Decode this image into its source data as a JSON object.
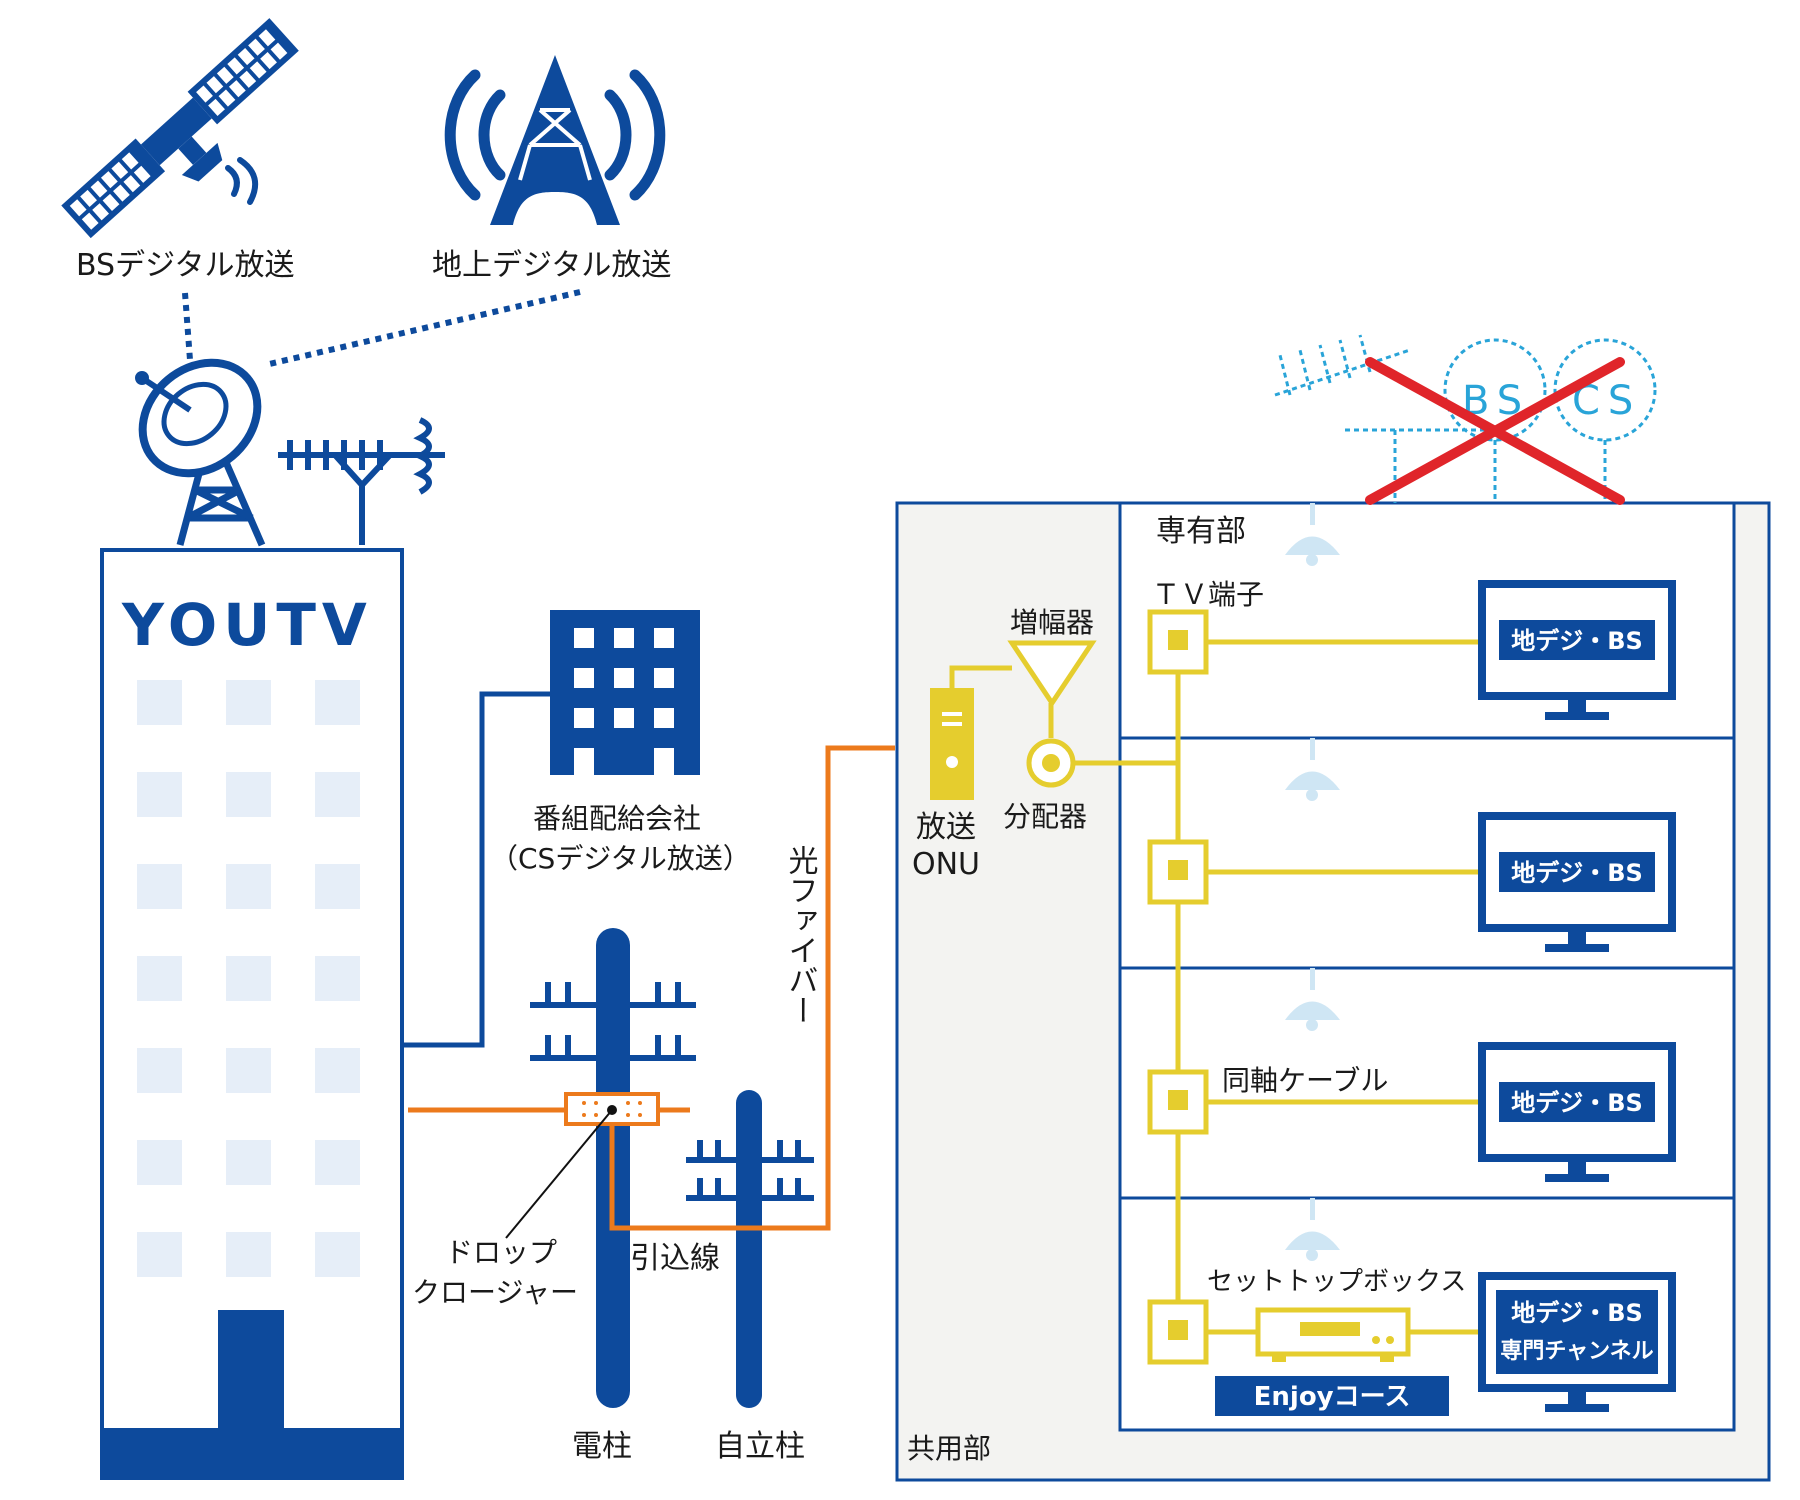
{
  "labels": {
    "bs_broadcast": "BSデジタル放送",
    "terrestrial_broadcast": "地上デジタル放送",
    "logo": "YOUTV",
    "distributor_line1": "番組配給会社",
    "distributor_line2": "（CSデジタル放送）",
    "fiber_vertical": "光ファイバー",
    "drop_closure_line1": "ドロップ",
    "drop_closure_line2": "クロージャー",
    "drop_cable": "引込線",
    "utility_pole": "電柱",
    "standalone_pole": "自立柱",
    "onu_line1": "放送",
    "onu_line2": "ONU",
    "amplifier": "増幅器",
    "splitter": "分配器",
    "private_area": "専有部",
    "tv_outlet": "ＴＶ端子",
    "coax_cable": "同軸ケーブル",
    "set_top_box": "セットトップボックス",
    "common_area": "共用部",
    "enjoy_course": "Enjoyコース",
    "dish_bs": "BS",
    "dish_cs": "CS"
  },
  "tv_screens": [
    {
      "line1": "地デジ・BS",
      "line2": ""
    },
    {
      "line1": "地デジ・BS",
      "line2": ""
    },
    {
      "line1": "地デジ・BS",
      "line2": ""
    },
    {
      "line1": "地デジ・BS",
      "line2": "専門チャンネル"
    }
  ],
  "colors": {
    "navy": "#0d4a9c",
    "orange": "#ec7a1c",
    "yellow": "#e5cd2e",
    "cyan": "#29a4d8",
    "red": "#e0252a",
    "window": "#e6eef8",
    "gray_bg": "#f3f3f1"
  }
}
